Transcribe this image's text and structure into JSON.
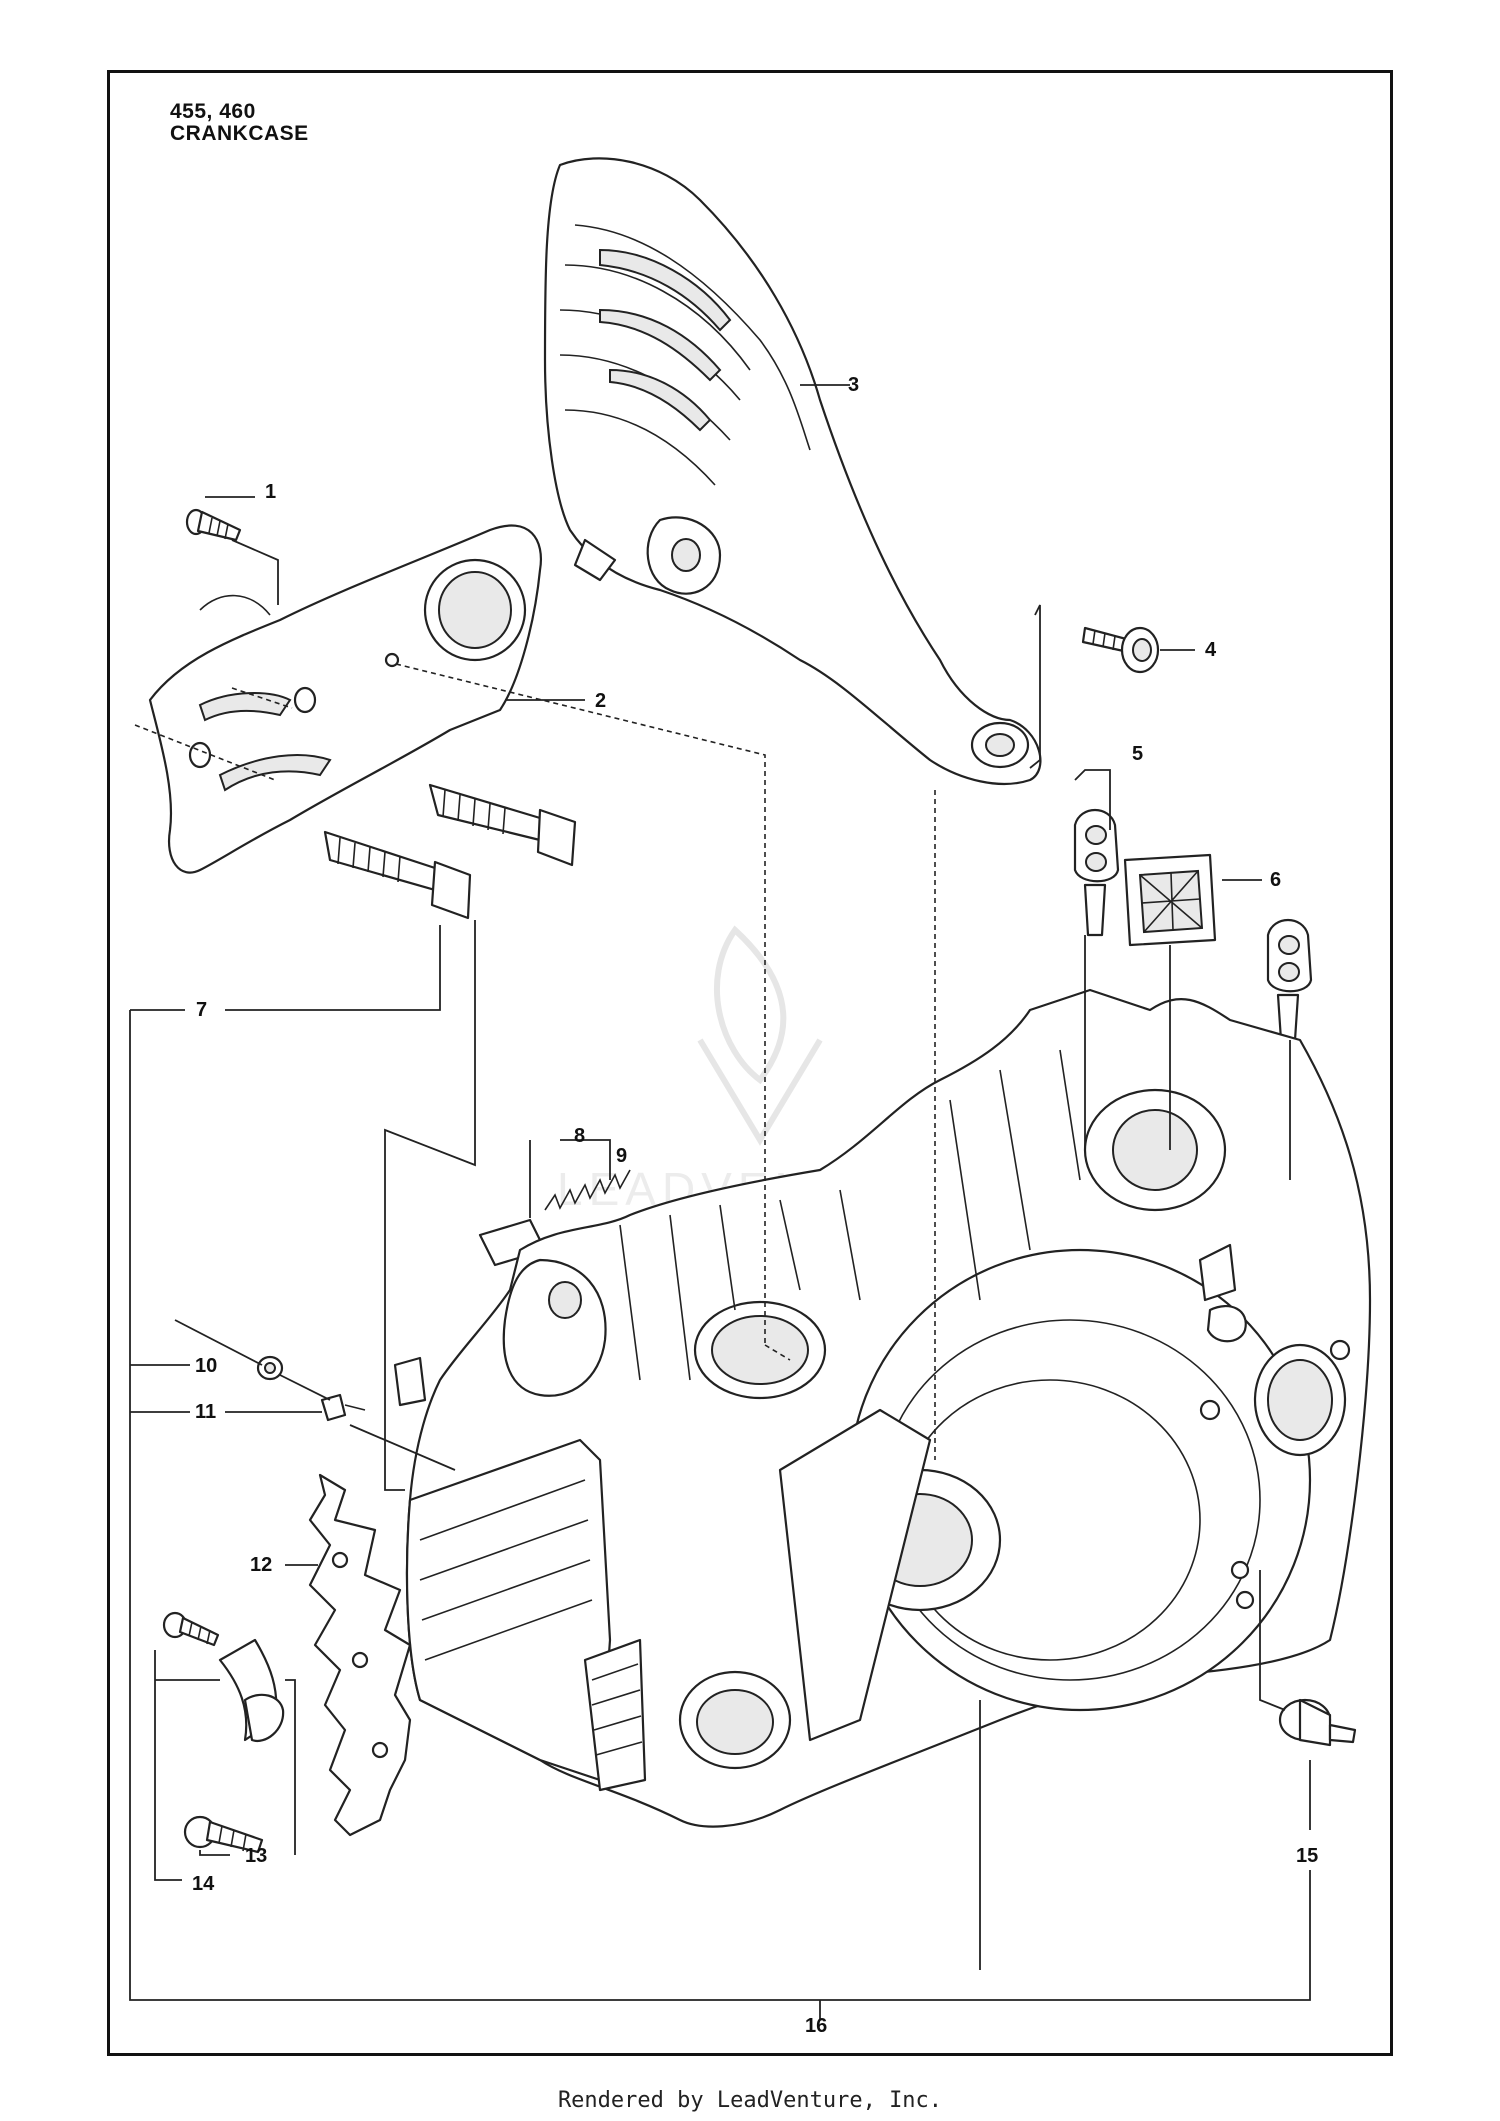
{
  "header": {
    "models": "455, 460",
    "section": "CRANKCASE"
  },
  "callouts": [
    "1",
    "2",
    "3",
    "4",
    "5",
    "6",
    "7",
    "8",
    "9",
    "10",
    "11",
    "12",
    "13",
    "14",
    "15",
    "16"
  ],
  "footer": {
    "credit": "Rendered by LeadVenture, Inc."
  },
  "watermark": {
    "text": "LEADVENTURE"
  }
}
